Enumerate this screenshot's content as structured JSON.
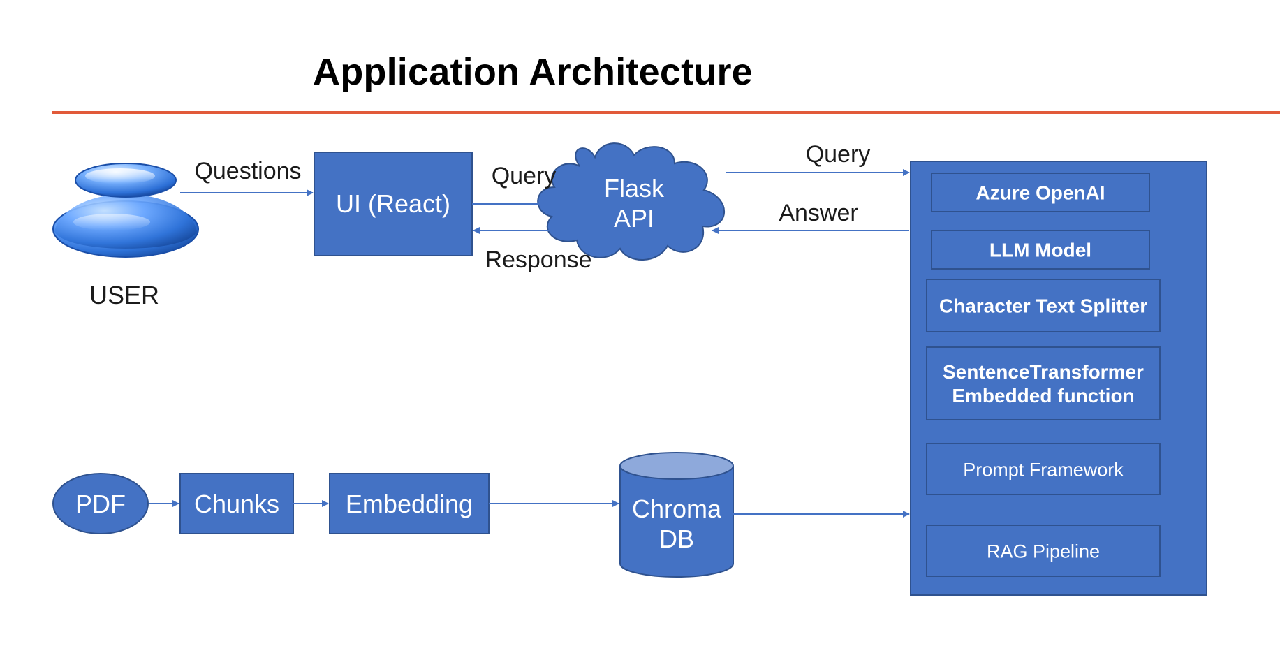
{
  "title": "Application Architecture",
  "colors": {
    "divider": "#e15a3a",
    "box_fill": "#4472c4",
    "box_stroke": "#2f528f",
    "arrow": "#4472c4",
    "cylinder_top": "#8ea9db",
    "text_dark": "#1b1b1b",
    "text_light": "#ffffff"
  },
  "user": {
    "icon": "user-icon",
    "label": "USER"
  },
  "nodes": {
    "ui": "UI (React)",
    "flask_line1": "Flask",
    "flask_line2": "API",
    "pdf": "PDF",
    "chunks": "Chunks",
    "embedding": "Embedding",
    "chroma_line1": "Chroma",
    "chroma_line2": "DB"
  },
  "edges": {
    "questions": "Questions",
    "query_ui_flask": "Query",
    "response": "Response",
    "query_flask_backend": "Query",
    "answer": "Answer"
  },
  "backend_components": [
    {
      "line1": "Azure OpenAI",
      "line2": "",
      "bold": true
    },
    {
      "line1": "LLM Model",
      "line2": "",
      "bold": true
    },
    {
      "line1": "Character Text Splitter",
      "line2": "",
      "bold": true
    },
    {
      "line1": "SentenceTransformer",
      "line2": "Embedded function",
      "bold": true
    },
    {
      "line1": "Prompt Framework",
      "line2": "",
      "bold": false
    },
    {
      "line1": "RAG Pipeline",
      "line2": "",
      "bold": false
    }
  ]
}
